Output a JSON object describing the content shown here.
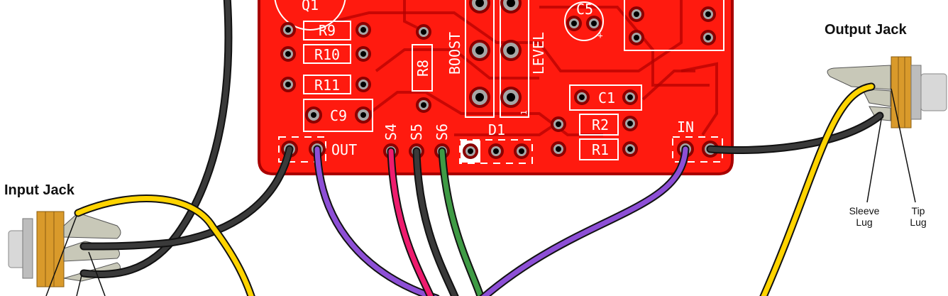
{
  "board": {
    "components": {
      "q1": "Q1",
      "r9": "R9",
      "r10": "R10",
      "r11": "R11",
      "c9": "C9",
      "r8": "R8",
      "boost": "BOOST",
      "level": "LEVEL",
      "level_pin": "1",
      "c5": "C5",
      "c5_polarity": "+",
      "c1": "C1",
      "r2": "R2",
      "r1": "R1",
      "d1": "D1"
    },
    "pads": {
      "out": "OUT",
      "in": "IN",
      "s4": "S4",
      "s5": "S5",
      "s6": "S6"
    }
  },
  "labels": {
    "input_jack": "Input Jack",
    "output_jack": "Output Jack",
    "sleeve_lug": [
      "Sleeve",
      "Lug"
    ],
    "tip_lug": [
      "Tip",
      "Lug"
    ]
  },
  "colors": {
    "pcb": "#ff1a0f",
    "pcb_edge": "#a80000",
    "wire_black": "#3a3a3a",
    "wire_yellow": "#ffd400",
    "wire_purple": "#8d4fd6",
    "wire_pink": "#ee1c6e",
    "wire_green": "#3f9b45",
    "jack_gold": "#d99a2b"
  }
}
